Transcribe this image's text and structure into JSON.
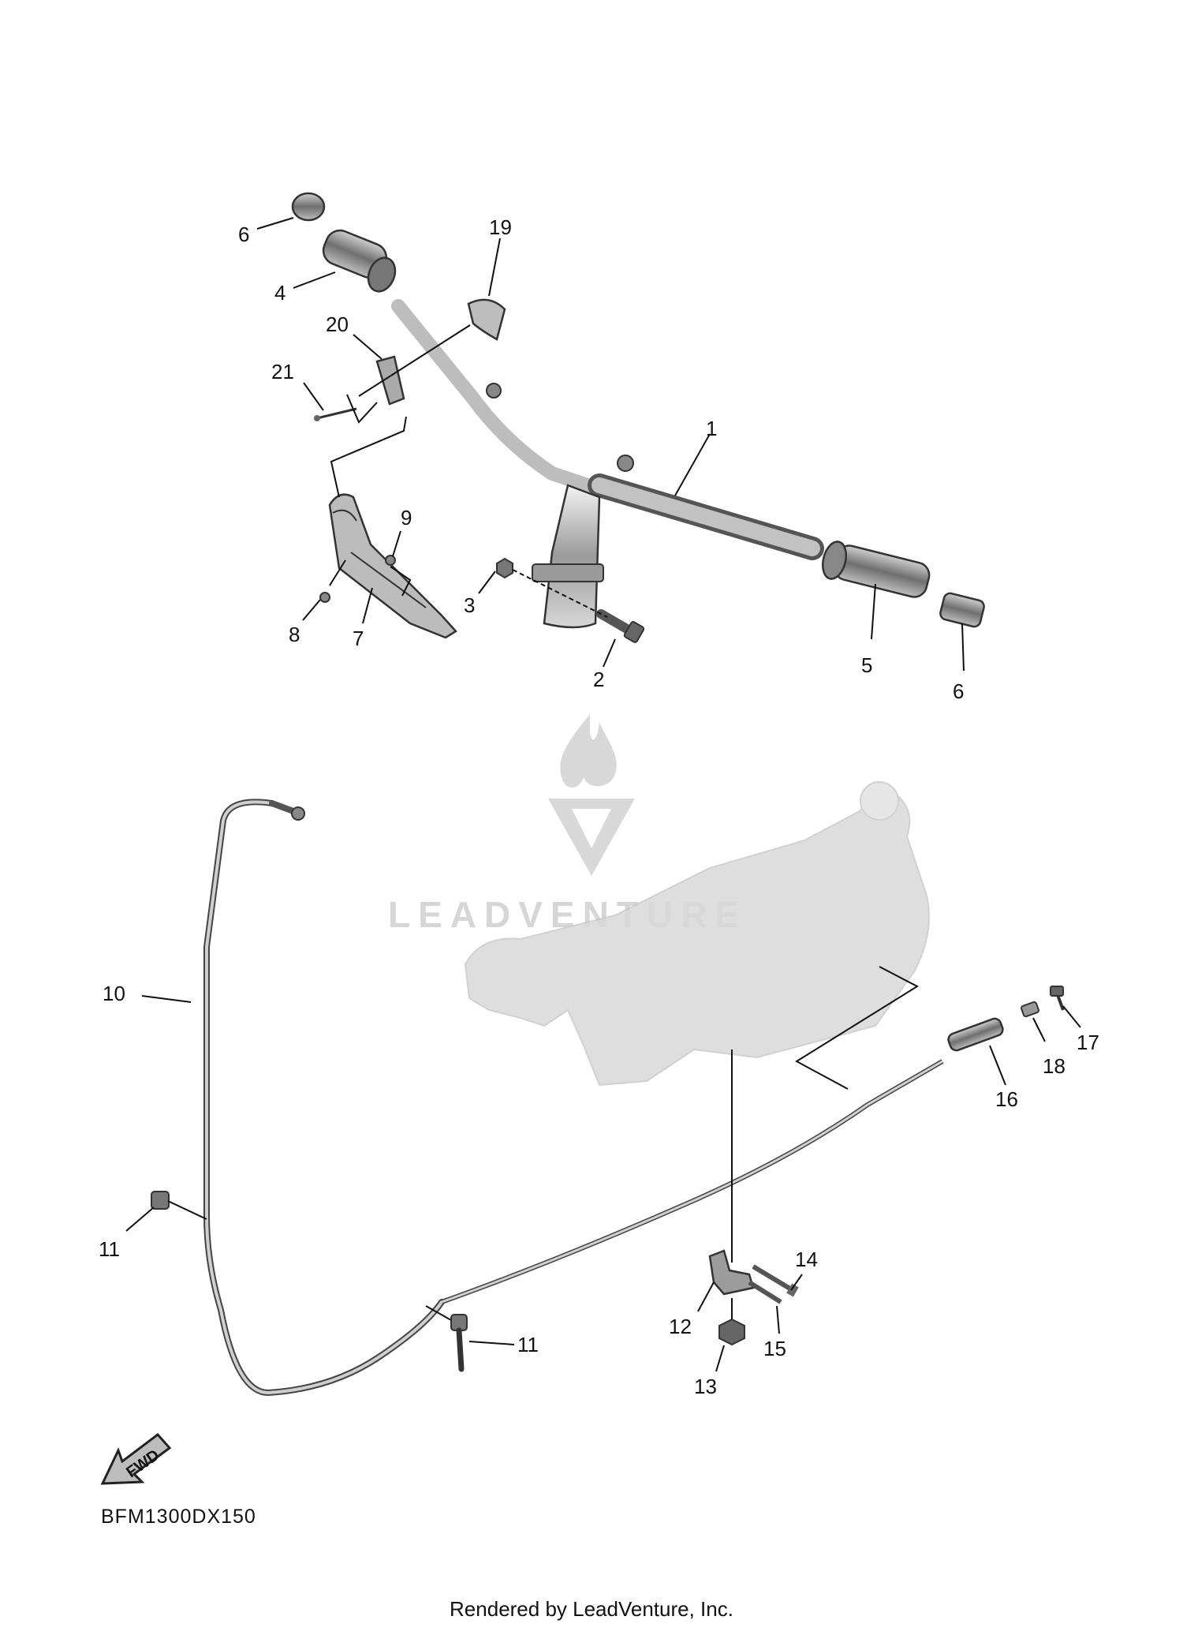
{
  "diagram": {
    "code": "BFM1300DX150",
    "footer": "Rendered by LeadVenture, Inc.",
    "watermark": "LEADVENTURE",
    "fwd_label": "FWD",
    "callouts": [
      "1",
      "2",
      "3",
      "4",
      "5",
      "6",
      "6",
      "7",
      "8",
      "9",
      "10",
      "11",
      "11",
      "12",
      "13",
      "14",
      "15",
      "16",
      "17",
      "18",
      "19",
      "20",
      "21"
    ]
  }
}
